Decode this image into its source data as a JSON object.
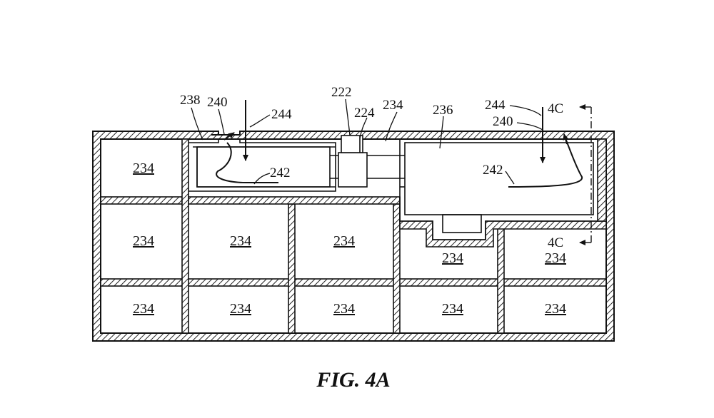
{
  "figure": {
    "caption": "FIG. 4A",
    "compartment_label": "234",
    "labels": {
      "l238": "238",
      "l240_left": "240",
      "l244_left": "244",
      "l242_left": "242",
      "l222": "222",
      "l224": "224",
      "l234_top": "234",
      "l236": "236",
      "l244_right": "244",
      "l240_right": "240",
      "l242_right": "242",
      "l4c_top": "4C",
      "l4c_bottom": "4C"
    }
  }
}
